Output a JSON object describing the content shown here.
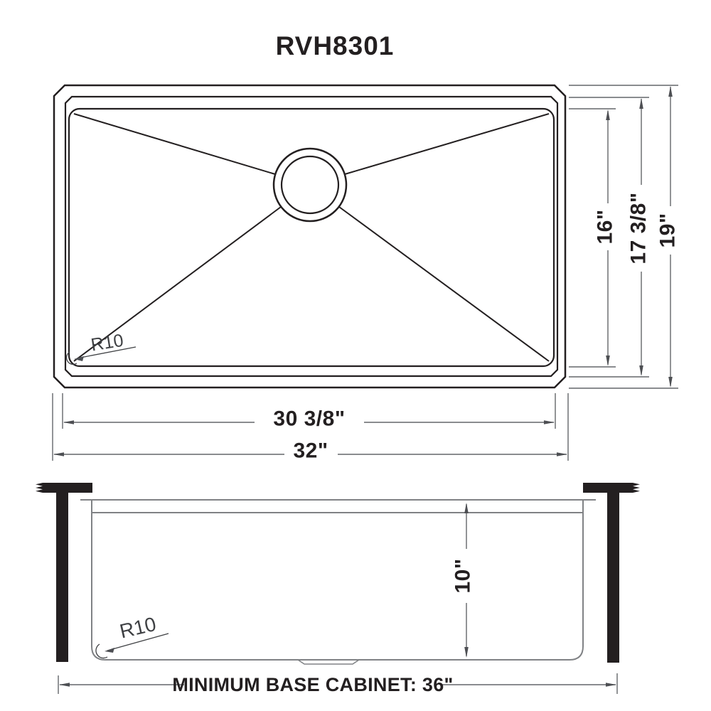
{
  "title": "RVH8301",
  "colors": {
    "outline": "#231f20",
    "dimension_lines": "#63666A",
    "section_lines": "#808285",
    "solid_fill": "#231f20",
    "background": "#FFFFFF"
  },
  "top_view": {
    "corner_radius_label": "R10",
    "dimensions": {
      "basin_depth": "16\"",
      "rim_depth": "17 3/8\"",
      "overall_depth": "19\"",
      "basin_width": "30 3/8\"",
      "overall_width": "32\""
    }
  },
  "side_view": {
    "corner_radius_label": "R10",
    "bowl_depth": "10\"",
    "cabinet_note": "MINIMUM BASE CABINET: 36\""
  }
}
